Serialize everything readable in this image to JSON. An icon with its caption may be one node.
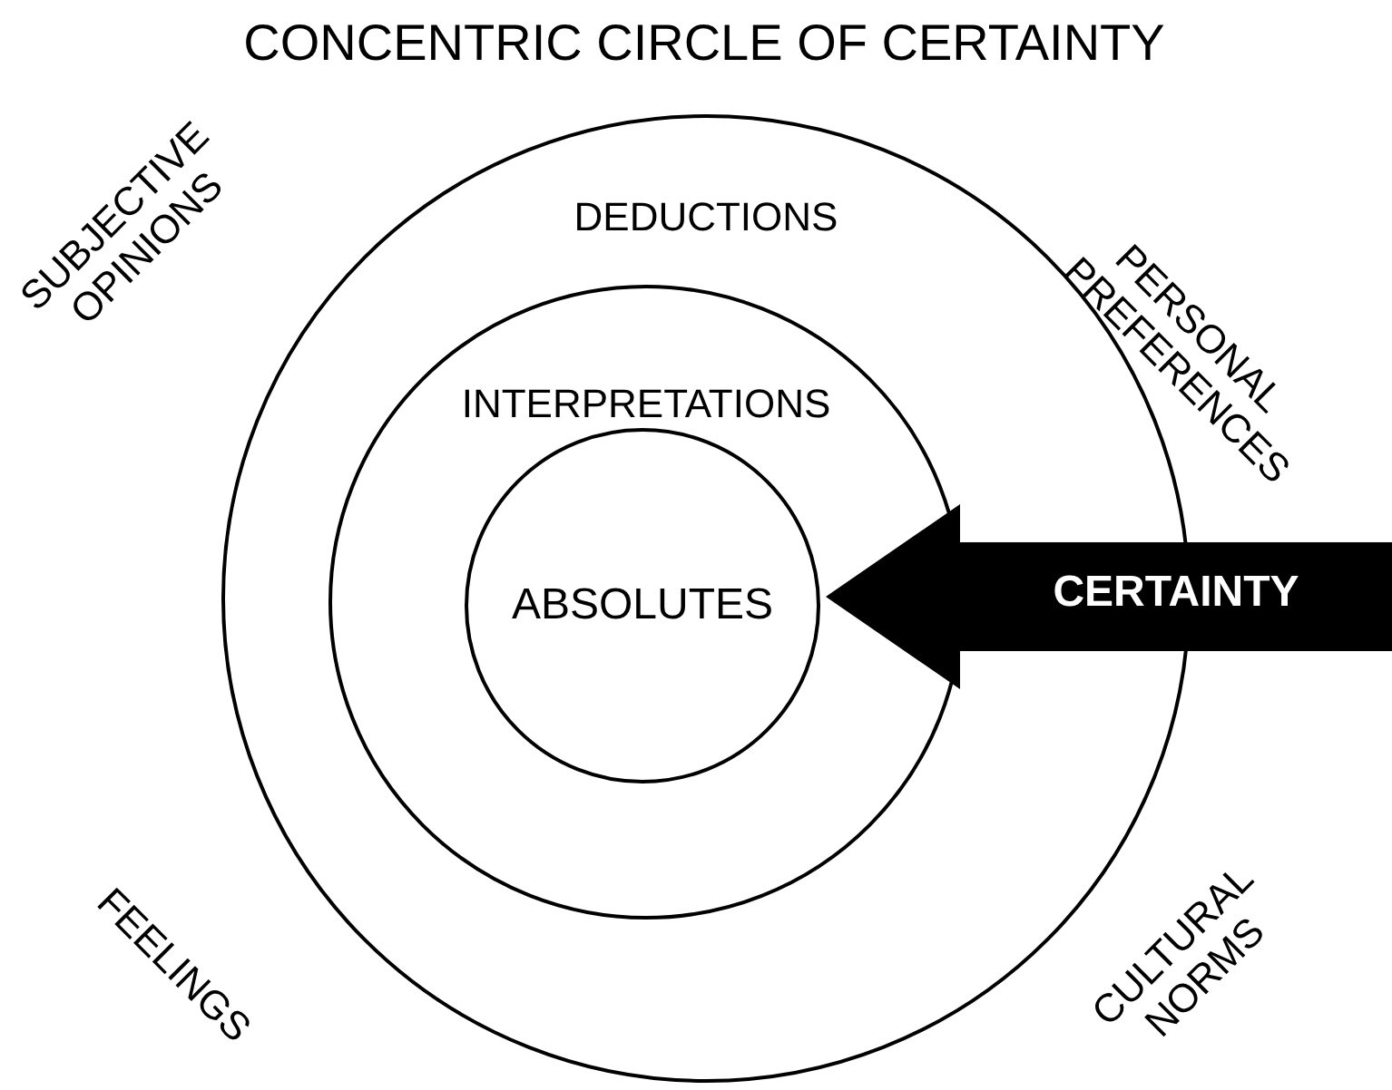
{
  "diagram": {
    "title": "CONCENTRIC CIRCLE OF CERTAINTY",
    "nodes": [
      {
        "text": [
          "DEDUCTIONS"
        ]
      },
      {
        "text": [
          "INTERPRETATIONS"
        ],
        "in": 0
      },
      {
        "text": [
          "ABSOLUTES"
        ],
        "in": 1
      },
      {
        "text": [
          "CERTAINTY"
        ]
      }
    ],
    "labels": [
      "SUBJECTIVE OPINIONS",
      "PERSONAL PREFERENCES",
      "FEELINGS",
      "CULTURAL NORMS"
    ]
  }
}
